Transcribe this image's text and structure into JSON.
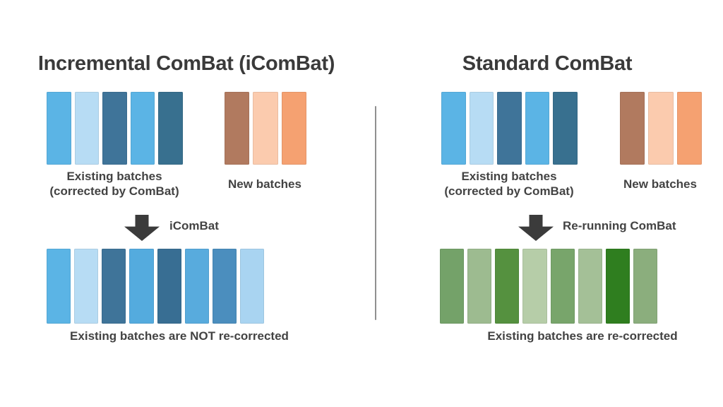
{
  "diagram": {
    "background": "#ffffff",
    "divider_color": "#8f8f8f",
    "arrow_color": "#3b3b3b",
    "text_color": "#3e3e3e"
  },
  "panels": [
    {
      "title": "Incremental ComBat (iComBat)",
      "existing_label_line1": "Existing batches",
      "existing_label_line2": "(corrected by ComBat)",
      "new_batches_label": "New batches",
      "arrow_label": "iComBat",
      "result_caption": "Existing batches are NOT re-corrected",
      "existing_bar_colors": [
        "#5BB4E5",
        "#B7DCF4",
        "#3F7499",
        "#5BB4E5",
        "#38708F"
      ],
      "new_bar_colors": [
        "#B17A5F",
        "#FBCBAE",
        "#F5A171"
      ],
      "result_bar_colors": [
        "#5BB4E5",
        "#B7DCF4",
        "#3F7499",
        "#54ABDE",
        "#386E93",
        "#58ABDD",
        "#4B8EBE",
        "#A9D4F1"
      ]
    },
    {
      "title": "Standard ComBat",
      "existing_label_line1": "Existing batches",
      "existing_label_line2": "(corrected by ComBat)",
      "new_batches_label": "New batches",
      "arrow_label": "Re-running ComBat",
      "result_caption": "Existing batches are re-corrected",
      "existing_bar_colors": [
        "#5BB4E5",
        "#B7DCF4",
        "#3F7499",
        "#5BB4E5",
        "#38708F"
      ],
      "new_bar_colors": [
        "#B17A5F",
        "#FBCBAE",
        "#F5A171"
      ],
      "result_bar_colors": [
        "#74A269",
        "#9DBB90",
        "#55913F",
        "#B6CDA8",
        "#78A56B",
        "#A4C097",
        "#2F7E1F",
        "#8BAE7D"
      ]
    }
  ]
}
